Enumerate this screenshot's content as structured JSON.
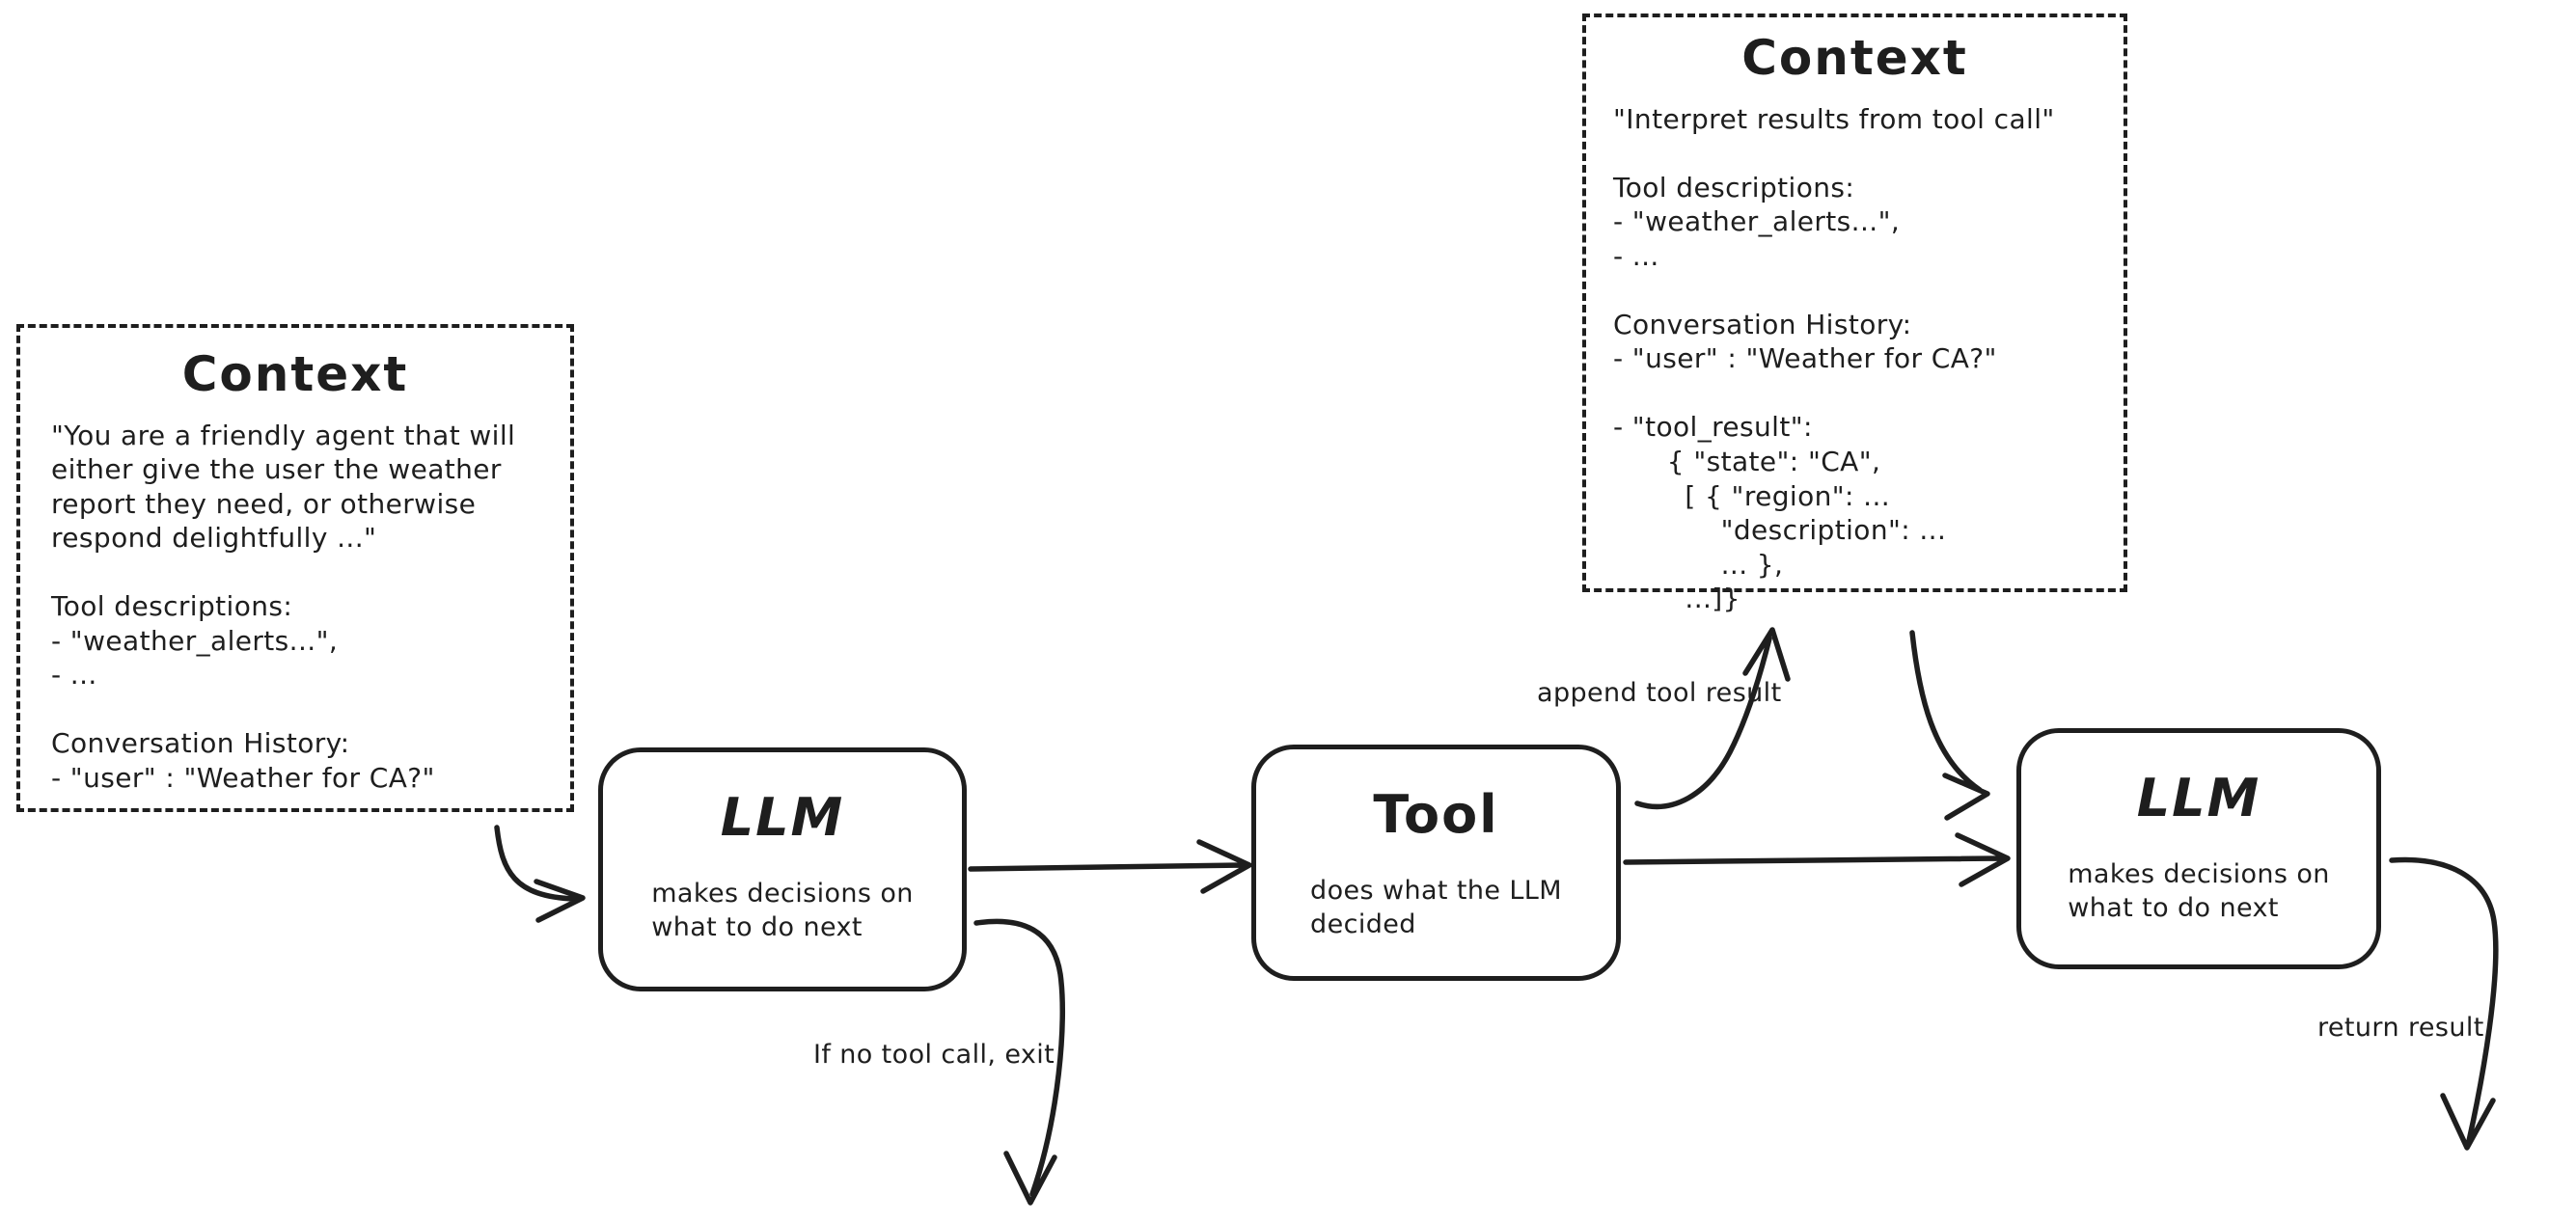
{
  "palette": {
    "ink": "#1e1e1e",
    "background": "#ffffff"
  },
  "boxes": {
    "context_initial": {
      "title": "Context",
      "body": "\"You are a friendly agent that will\neither give the user the weather\nreport they need, or otherwise\nrespond delightfully ...\"\n\nTool descriptions:\n- \"weather_alerts...\",\n- ...\n\nConversation History:\n- \"user\" : \"Weather for CA?\""
    },
    "context_with_result": {
      "title": "Context",
      "body": "\"Interpret results from tool call\"\n\nTool descriptions:\n- \"weather_alerts...\",\n- ...\n\nConversation History:\n- \"user\" : \"Weather for CA?\"\n\n- \"tool_result\":\n      { \"state\": \"CA\",\n        [ { \"region\": ...\n            \"description\": ...\n            ... },\n        ...]}"
    },
    "llm_first": {
      "title": "LLM",
      "subtitle": "makes decisions on\nwhat to do next"
    },
    "tool": {
      "title": "Tool",
      "subtitle": "does what the LLM\ndecided"
    },
    "llm_second": {
      "title": "LLM",
      "subtitle": "makes decisions on\nwhat to do next"
    }
  },
  "edge_labels": {
    "append_tool_result": "append tool result",
    "if_no_tool_call_exit": "If no tool call, exit",
    "return_result": "return result"
  }
}
